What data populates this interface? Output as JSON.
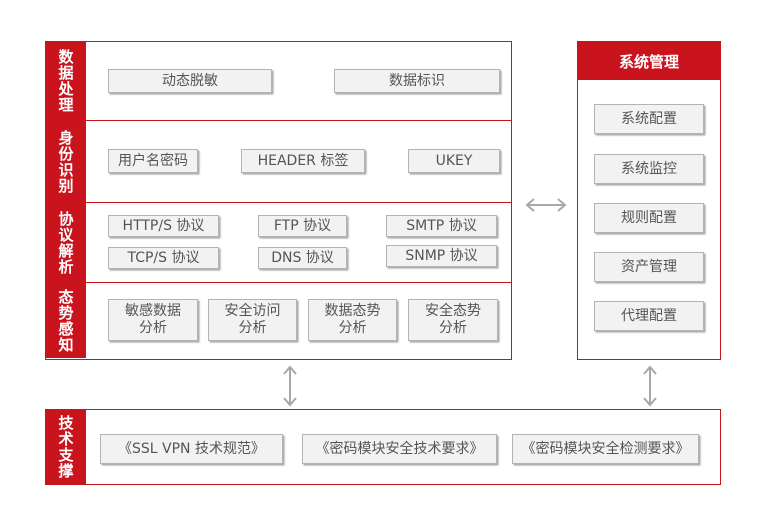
{
  "data_processing": {
    "label": [
      "数",
      "据",
      "处",
      "理"
    ],
    "items": [
      "动态脱敏",
      "数据标识"
    ]
  },
  "identity": {
    "label": [
      "身",
      "份",
      "识",
      "别"
    ],
    "items": [
      "用户名密码",
      "HEADER 标签",
      "UKEY"
    ]
  },
  "protocol": {
    "label": [
      "协",
      "议",
      "解",
      "析"
    ],
    "items": [
      "HTTP/S 协议",
      "FTP 协议",
      "SMTP 协议",
      "TCP/S 协议",
      "DNS 协议",
      "SNMP 协议"
    ]
  },
  "situation": {
    "label": [
      "态",
      "势",
      "感",
      "知"
    ],
    "items": [
      [
        "敏感数据",
        "分析"
      ],
      [
        "安全访问",
        "分析"
      ],
      [
        "数据态势",
        "分析"
      ],
      [
        "安全态势",
        "分析"
      ]
    ]
  },
  "system_management": {
    "title": "系统管理",
    "items": [
      "系统配置",
      "系统监控",
      "规则配置",
      "资产管理",
      "代理配置"
    ]
  },
  "tech_support": {
    "label": [
      "技",
      "术",
      "支",
      "撑"
    ],
    "items": [
      "《SSL VPN 技术规范》",
      "《密码模块安全技术要求》",
      "《密码模块安全检测要求》"
    ]
  },
  "colors": {
    "accent": "#c9141e",
    "box_bg": "#f2f2f2",
    "arrow": "#a8a8a8"
  }
}
